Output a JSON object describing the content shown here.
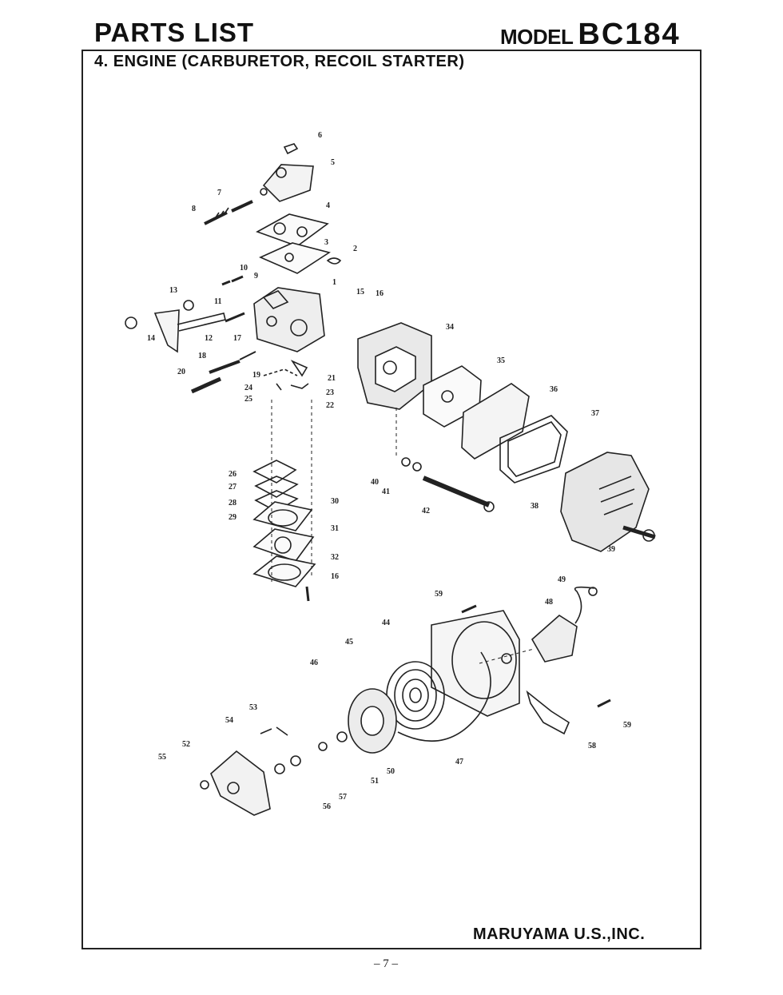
{
  "header": {
    "title": "PARTS LIST",
    "model_label": "MODEL",
    "model_number": "BC184"
  },
  "section": {
    "title": "4. ENGINE (CARBURETOR, RECOIL STARTER)"
  },
  "callouts": [
    {
      "text": "1"
    },
    {
      "text": "2"
    },
    {
      "text": "3"
    },
    {
      "text": "4"
    },
    {
      "text": "5"
    },
    {
      "text": "6"
    },
    {
      "text": "7"
    },
    {
      "text": "8"
    },
    {
      "text": "9"
    },
    {
      "text": "10"
    },
    {
      "text": "11"
    },
    {
      "text": "12"
    },
    {
      "text": "13"
    },
    {
      "text": "14"
    },
    {
      "text": "15"
    },
    {
      "text": "16"
    },
    {
      "text": "17"
    },
    {
      "text": "18"
    },
    {
      "text": "19"
    },
    {
      "text": "20"
    },
    {
      "text": "21"
    },
    {
      "text": "22"
    },
    {
      "text": "23"
    },
    {
      "text": "24"
    },
    {
      "text": "25"
    },
    {
      "text": "26"
    },
    {
      "text": "27"
    },
    {
      "text": "28"
    },
    {
      "text": "29"
    },
    {
      "text": "30"
    },
    {
      "text": "31"
    },
    {
      "text": "32"
    },
    {
      "text": "16"
    },
    {
      "text": "34"
    },
    {
      "text": "35"
    },
    {
      "text": "36"
    },
    {
      "text": "37"
    },
    {
      "text": "38"
    },
    {
      "text": "39"
    },
    {
      "text": "40"
    },
    {
      "text": "41"
    },
    {
      "text": "42"
    },
    {
      "text": "44"
    },
    {
      "text": "45"
    },
    {
      "text": "46"
    },
    {
      "text": "47"
    },
    {
      "text": "48"
    },
    {
      "text": "49"
    },
    {
      "text": "50"
    },
    {
      "text": "51"
    },
    {
      "text": "52"
    },
    {
      "text": "53"
    },
    {
      "text": "54"
    },
    {
      "text": "55"
    },
    {
      "text": "56"
    },
    {
      "text": "57"
    },
    {
      "text": "58"
    },
    {
      "text": "59"
    },
    {
      "text": "59"
    }
  ],
  "footer": {
    "company": "MARUYAMA U.S.,INC.",
    "page": "– 7 –"
  }
}
